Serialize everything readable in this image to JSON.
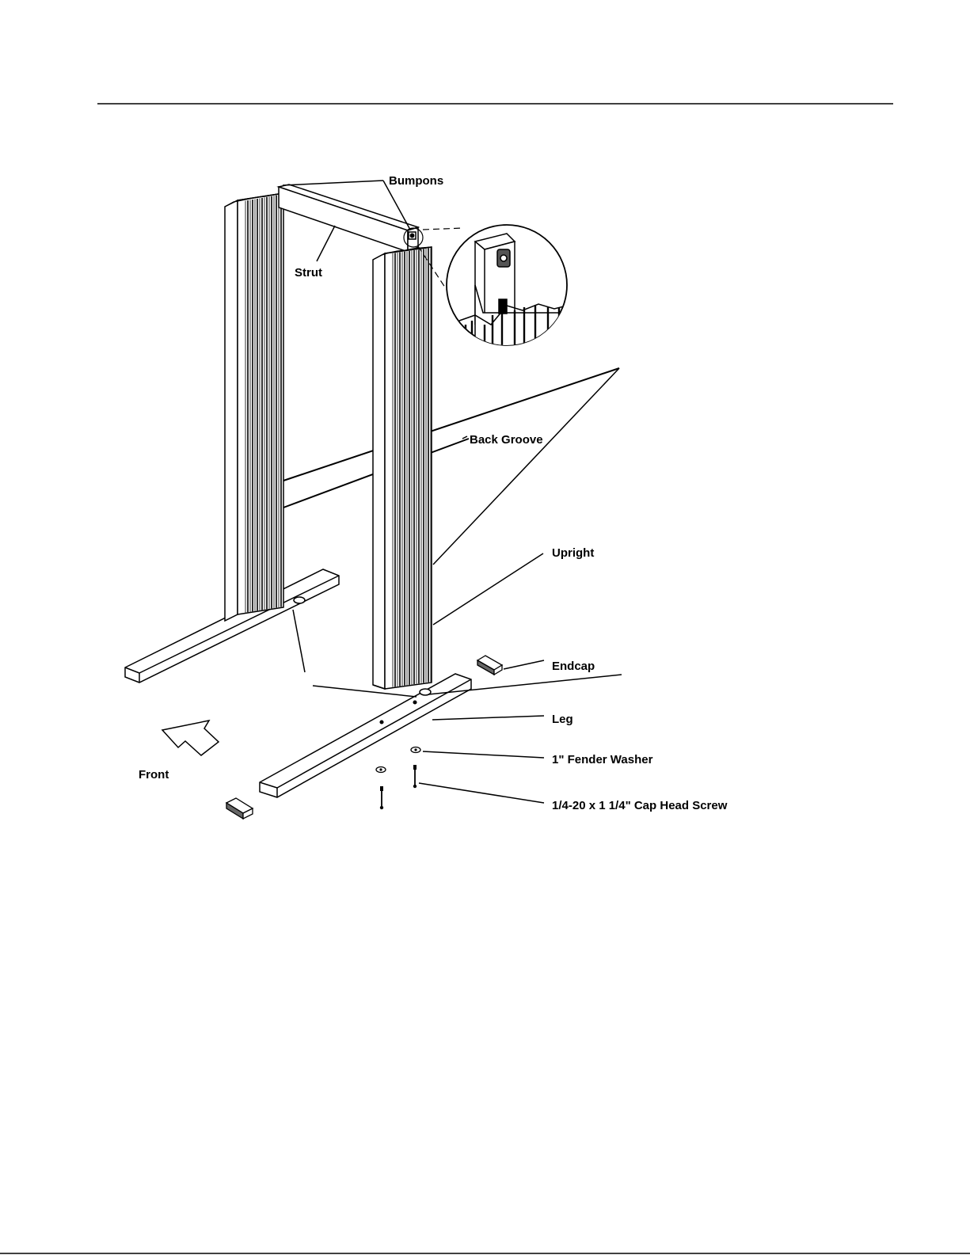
{
  "labels": {
    "bumpons": "Bumpons",
    "strut": "Strut",
    "back_groove": "Back Groove",
    "upright": "Upright",
    "endcap": "Endcap",
    "leg": "Leg",
    "fender_washer": "1\" Fender Washer",
    "cap_screw": "1/4-20 x 1 1/4\" Cap Head Screw",
    "front": "Front"
  },
  "colors": {
    "ink": "#000000",
    "paper": "#ffffff"
  }
}
